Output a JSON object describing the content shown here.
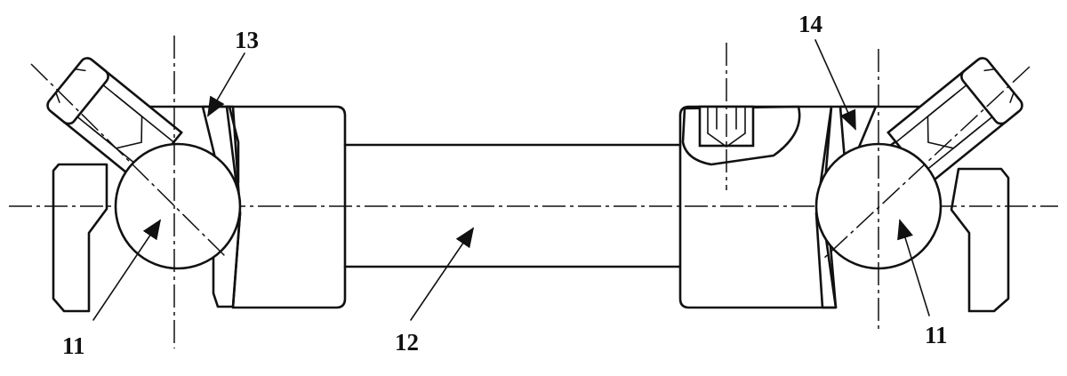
{
  "figure": {
    "labels": {
      "left_ball": "11",
      "right_ball": "11",
      "shaft": "12",
      "left_hub": "13",
      "right_hub": "14"
    }
  }
}
